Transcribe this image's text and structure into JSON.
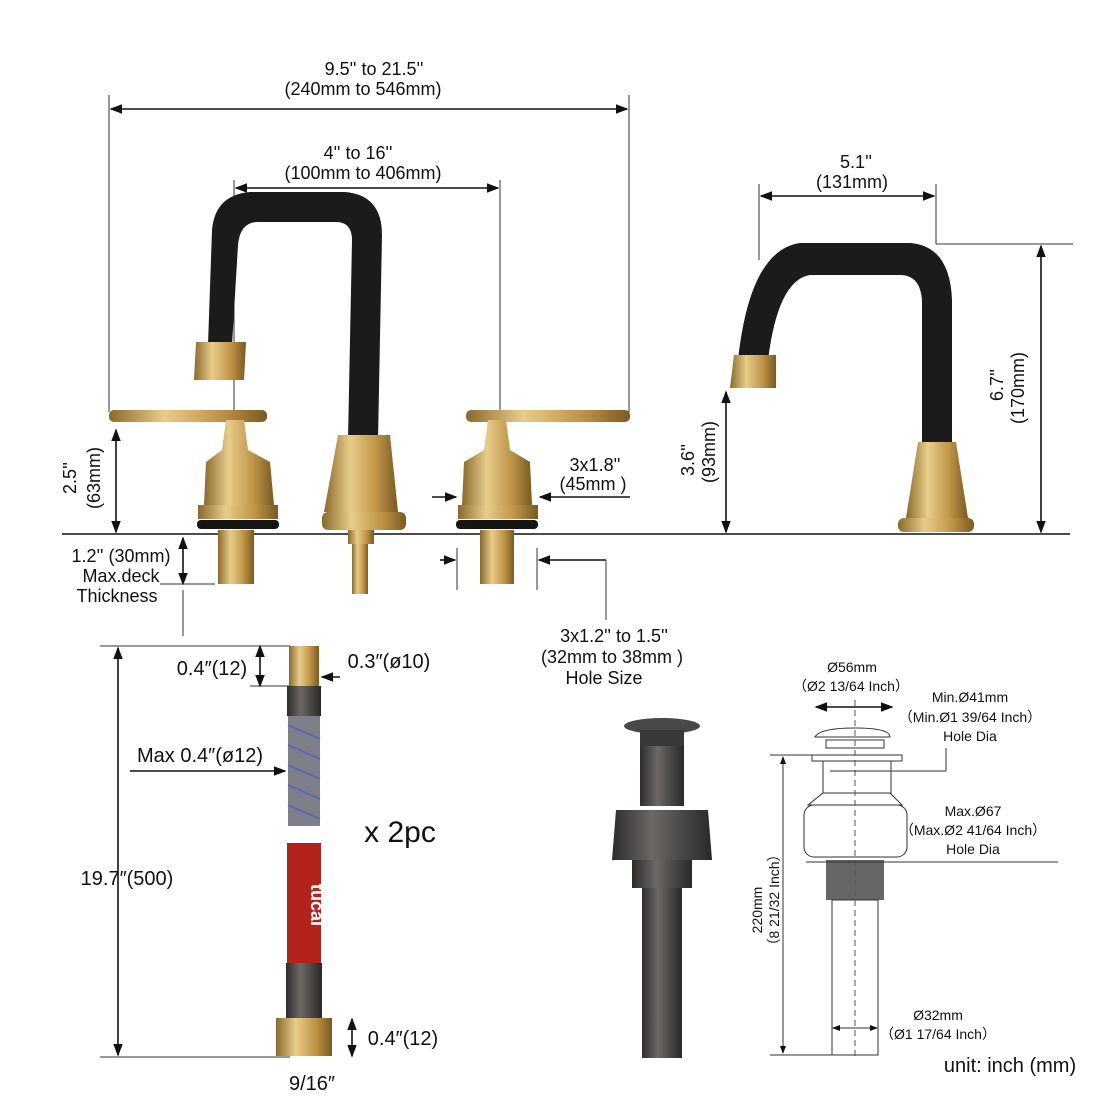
{
  "faucet": {
    "overall_width": {
      "inch": "9.5'' to 21.5''",
      "mm": "(240mm to 546mm)"
    },
    "center_width": {
      "inch": "4'' to 16''",
      "mm": "(100mm to 406mm)"
    },
    "handle_height": {
      "inch": "2.5''",
      "mm": "(63mm)"
    },
    "base_dia": {
      "inch": "3x1.8''",
      "mm": "(45mm )"
    },
    "deck": {
      "line1": "1.2'' (30mm)",
      "line2": "Max.deck",
      "line3": "Thickness"
    },
    "hole": {
      "line1": "3x1.2'' to 1.5''",
      "line2": "(32mm to 38mm )",
      "line3": "Hole Size"
    }
  },
  "side_view": {
    "reach": {
      "inch": "5.1''",
      "mm": "(131mm)"
    },
    "spout_height": {
      "inch": "3.6''",
      "mm": "(93mm)"
    },
    "total_height": {
      "inch": "6.7''",
      "mm": "(170mm)"
    }
  },
  "hose": {
    "top_len": "0.4″(12)",
    "top_dia": "0.3″(ø10)",
    "max_dia": "Max 0.4″(ø12)",
    "quantity": "x 2pc",
    "length": "19.7″(500)",
    "bottom_len": "0.4″(12)",
    "nut": "9/16″",
    "brand": "tucai"
  },
  "drain": {
    "cap_dia": {
      "mm": "Ø56mm",
      "inch": "（Ø2 13/64 Inch）"
    },
    "min_hole": {
      "mm": "Min.Ø41mm",
      "inch": "（Min.Ø1 39/64 Inch）",
      "label": "Hole Dia"
    },
    "max_hole": {
      "mm": "Max.Ø67",
      "inch": "（Max.Ø2 41/64 Inch）",
      "label": "Hole Dia"
    },
    "length": {
      "mm": "220mm",
      "inch": "（8 21/32 Inch）"
    },
    "pipe_dia": {
      "mm": "Ø32mm",
      "inch": "（Ø1 17/64 Inch）"
    }
  },
  "unit_note": "unit: inch (mm)",
  "colors": {
    "black": "#1b1b1b",
    "gold": "#c9a45a",
    "drain": "#4a4847",
    "hose_red": "#b3231e"
  }
}
